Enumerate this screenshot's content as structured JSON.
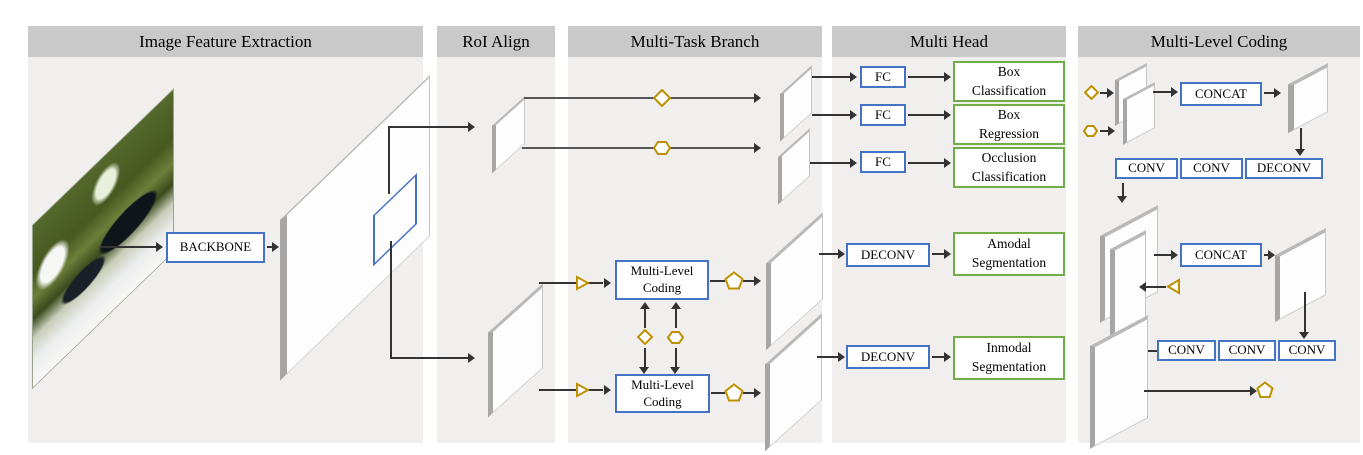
{
  "colors": {
    "panel_header_bg": "#c9c9c9",
    "panel_body_bg": "#f0efed",
    "box_border_blue": "#4472C4",
    "head_border_green": "#70AD47",
    "shape_gold": "#BF9000",
    "line_dark": "#333333",
    "slab_edge_gray": "#a6a6a6"
  },
  "panels": {
    "feature_extraction": {
      "title": "Image Feature Extraction"
    },
    "roi_align": {
      "title": "RoI Align"
    },
    "multi_task": {
      "title": "Multi-Task Branch"
    },
    "multi_head": {
      "title": "Multi Head"
    },
    "coding": {
      "title": "Multi-Level Coding"
    }
  },
  "blocks": {
    "backbone": "BACKBONE",
    "fc": "FC",
    "deconv": "DECONV",
    "conv": "CONV",
    "concat": "CONCAT",
    "mlc": {
      "line1": "Multi-Level",
      "line2": "Coding"
    }
  },
  "heads": {
    "box_classification": {
      "line1": "Box",
      "line2": "Classification"
    },
    "box_regression": {
      "line1": "Box",
      "line2": "Regression"
    },
    "occlusion_classification": {
      "line1": "Occlusion",
      "line2": "Classification"
    },
    "amodal_segmentation": {
      "line1": "Amodal",
      "line2": "Segmentation"
    },
    "inmodal_segmentation": {
      "line1": "Inmodal",
      "line2": "Segmentation"
    }
  }
}
